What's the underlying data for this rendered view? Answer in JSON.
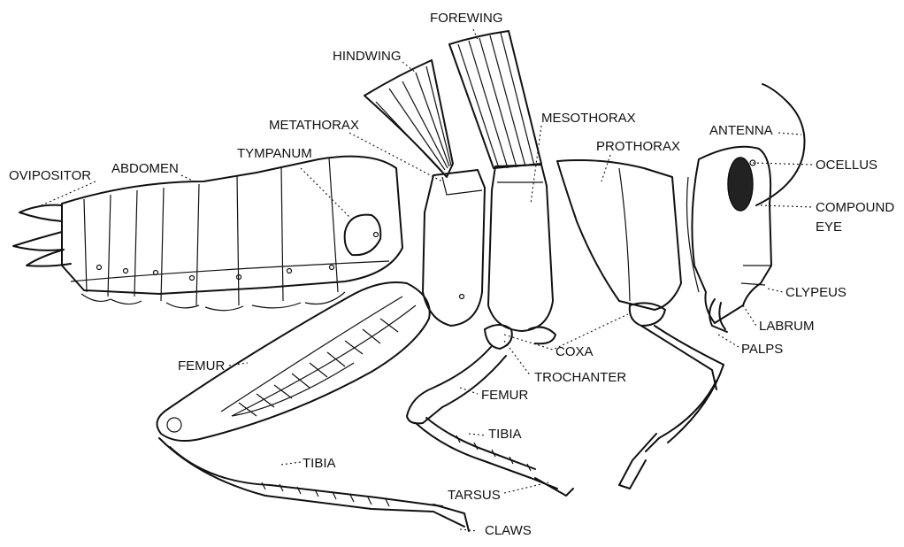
{
  "labels": {
    "forewing": "FOREWING",
    "hindwing": "HINDWING",
    "metathorax": "METATHORAX",
    "mesothorax": "MESOTHORAX",
    "prothorax": "PROTHORAX",
    "antenna": "ANTENNA",
    "ocellus": "OCELLUS",
    "compound_eye_1": "COMPOUND",
    "compound_eye_2": "EYE",
    "clypeus": "CLYPEUS",
    "labrum": "LABRUM",
    "palps": "PALPS",
    "ovipositor": "OVIPOSITOR",
    "abdomen": "ABDOMEN",
    "tympanum": "TYMPANUM",
    "femur_hind": "FEMUR",
    "femur_mid": "FEMUR",
    "coxa": "COXA",
    "trochanter": "TROCHANTER",
    "tibia_mid": "TIBIA",
    "tibia_hind": "TIBIA",
    "tarsus": "TARSUS",
    "claws": "CLAWS"
  }
}
